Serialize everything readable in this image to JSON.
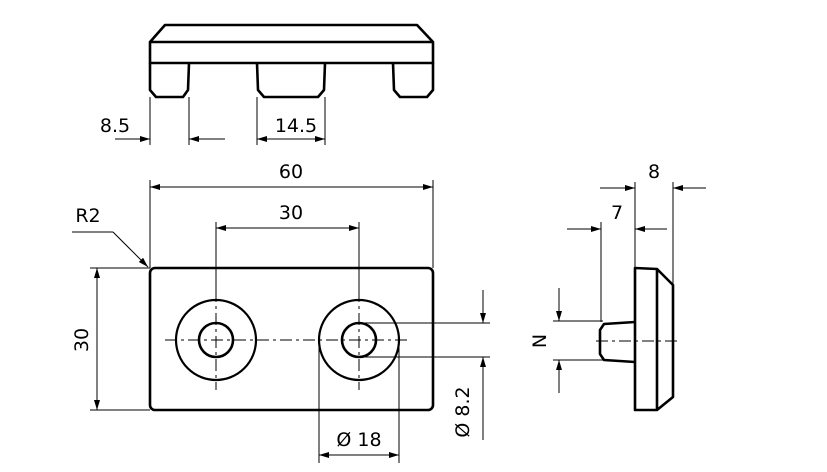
{
  "drawing": {
    "top_view": {
      "dim_leg_width": "8.5",
      "dim_leg_middle": "14.5"
    },
    "front_view": {
      "dim_length": "60",
      "dim_hole_spacing": "30",
      "dim_radius": "R2",
      "dim_height": "30",
      "dim_hole_diameter": "Ø 8.2",
      "dim_counterbore": "Ø 18"
    },
    "side_view": {
      "dim_total_depth": "8",
      "dim_pin_depth": "7",
      "dim_pin_size": "N"
    },
    "line_color": "#000000"
  }
}
